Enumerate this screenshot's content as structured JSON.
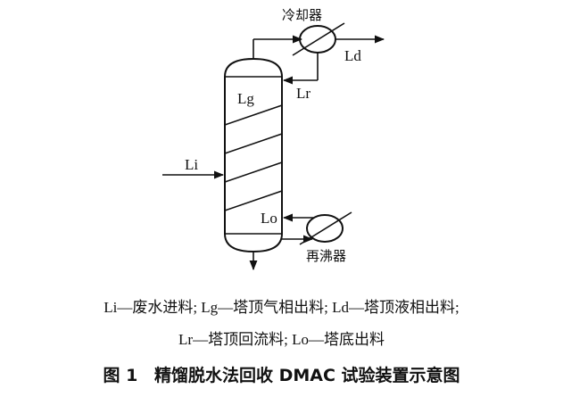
{
  "labels": {
    "condenser": "冷却器",
    "reboiler": "再沸器",
    "ld": "Ld",
    "lr": "Lr",
    "lg": "Lg",
    "li": "Li",
    "lo": "Lo"
  },
  "legend": {
    "line1": "Li—废水进料; Lg—塔顶气相出料; Ld—塔顶液相出料;",
    "line2": "Lr—塔顶回流料; Lo—塔底出料"
  },
  "caption": {
    "number": "图 1",
    "title": "精馏脱水法回收 DMAC 试验装置示意图"
  }
}
